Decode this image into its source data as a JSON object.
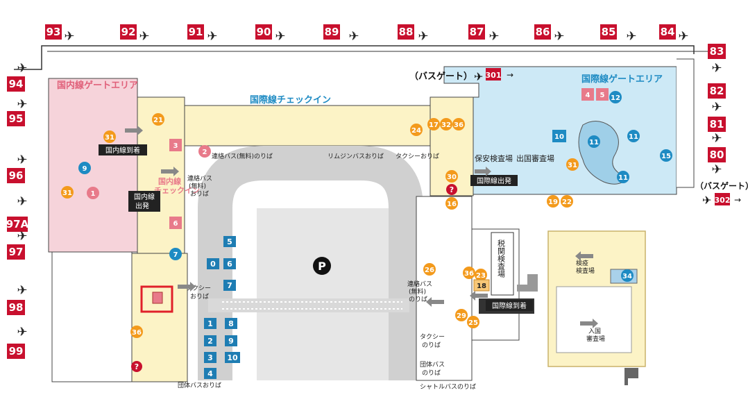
{
  "gates_top": [
    "93",
    "92",
    "91",
    "90",
    "89",
    "88",
    "87",
    "86",
    "85",
    "84"
  ],
  "gates_left": [
    "94",
    "95",
    "96",
    "97A",
    "97",
    "98",
    "99"
  ],
  "gates_right": [
    "83",
    "82",
    "81",
    "80"
  ],
  "zones": {
    "domestic_gate_area": "国内線ゲートエリア",
    "intl_gate_area": "国際線ゲートエリア",
    "intl_checkin": "国際線チェックイン",
    "domestic_checkin": "国内線\nチェックイン",
    "security": "保安検査場",
    "immigration": "出国審査場",
    "customs": "税関検査場",
    "quarantine": "検疫\n検査場",
    "entry_immigration": "入国\n審査場"
  },
  "signs": {
    "domestic_arrival": "国内線到着",
    "domestic_departure": "国内線\n出発",
    "intl_departure": "国際線出発",
    "intl_arrival": "国際線到着"
  },
  "bus_gate_top": "（バスゲート）",
  "bus_gate_top_num": "301",
  "bus_gate_right": "（バスゲート）",
  "bus_gate_right_num": "302",
  "stops": {
    "shuttle_bus_free": "連絡バス(無料)のりば",
    "limousine": "リムジンバスおりば",
    "taxi_off": "タクシーおりば",
    "bus_left": "連絡バス\n(無料)\nおりば",
    "taxi_left": "タクシー\nおりば",
    "group_bus": "団体バスおりば",
    "bus_right": "連絡バス\n(無料)\nのりば",
    "taxi_right": "タクシー\nのりば",
    "group_bus_right": "団体バス\nのりば",
    "shuttle_right": "シャトルバスのりば"
  },
  "parking": "P",
  "bus_stops_blue_left": [
    "5",
    "0",
    "6",
    "7",
    "1",
    "8",
    "2",
    "9",
    "3",
    "10",
    "4"
  ],
  "accent": {
    "gate_red": "#c8102e",
    "blue": "#1e8bc3",
    "orange": "#f39a1c",
    "pink": "#e87a8a",
    "highlight": "#e0202a"
  },
  "markers_orange": [
    "31",
    "21",
    "31",
    "36",
    "30",
    "16",
    "17",
    "32",
    "24",
    "36",
    "26",
    "36",
    "23",
    "29",
    "25",
    "19",
    "22",
    "31"
  ],
  "markers_pink": [
    "1",
    "2",
    "3",
    "6",
    "4",
    "5"
  ],
  "markers_blue": [
    "9",
    "7",
    "10",
    "11",
    "11",
    "11",
    "12",
    "15",
    "34"
  ],
  "markers_box": [
    "18"
  ]
}
